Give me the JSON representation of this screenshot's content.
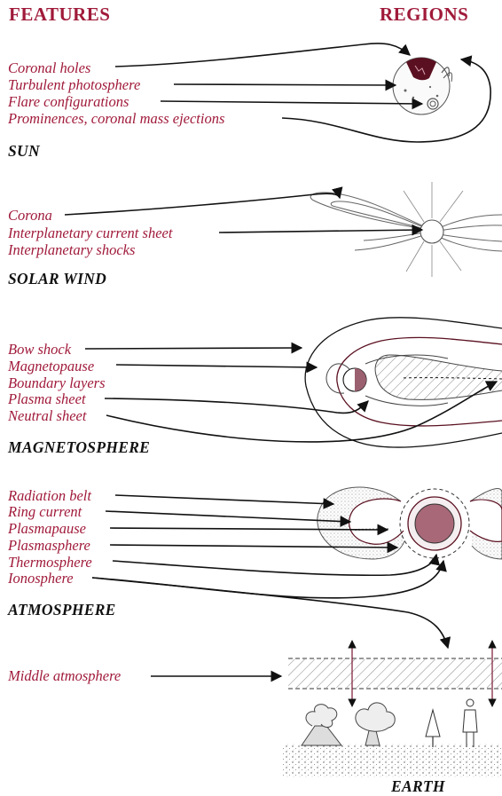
{
  "headers": {
    "features": "FEATURES",
    "regions": "REGIONS"
  },
  "sections": [
    {
      "id": "sun",
      "title": "SUN",
      "features": [
        "Coronal holes",
        "Turbulent photosphere",
        "Flare configurations",
        "Prominences, coronal mass ejections"
      ]
    },
    {
      "id": "solar-wind",
      "title": "SOLAR WIND",
      "features": [
        "Corona",
        "Interplanetary current sheet",
        "Interplanetary shocks"
      ]
    },
    {
      "id": "magnetosphere",
      "title": "MAGNETOSPHERE",
      "features": [
        "Bow shock",
        "Magnetopause",
        "Boundary layers",
        "Plasma sheet",
        "Neutral sheet"
      ]
    },
    {
      "id": "atmosphere",
      "title": "ATMOSPHERE",
      "features": [
        "Radiation belt",
        "Ring current",
        "Plasmapause",
        "Plasmasphere",
        "Thermosphere",
        "Ionosphere"
      ]
    },
    {
      "id": "earth",
      "title": "EARTH",
      "features": [
        "Middle atmosphere"
      ]
    }
  ],
  "colors": {
    "feature_text": "#a01a3a",
    "line": "#111111",
    "accent": "#8a1530"
  }
}
